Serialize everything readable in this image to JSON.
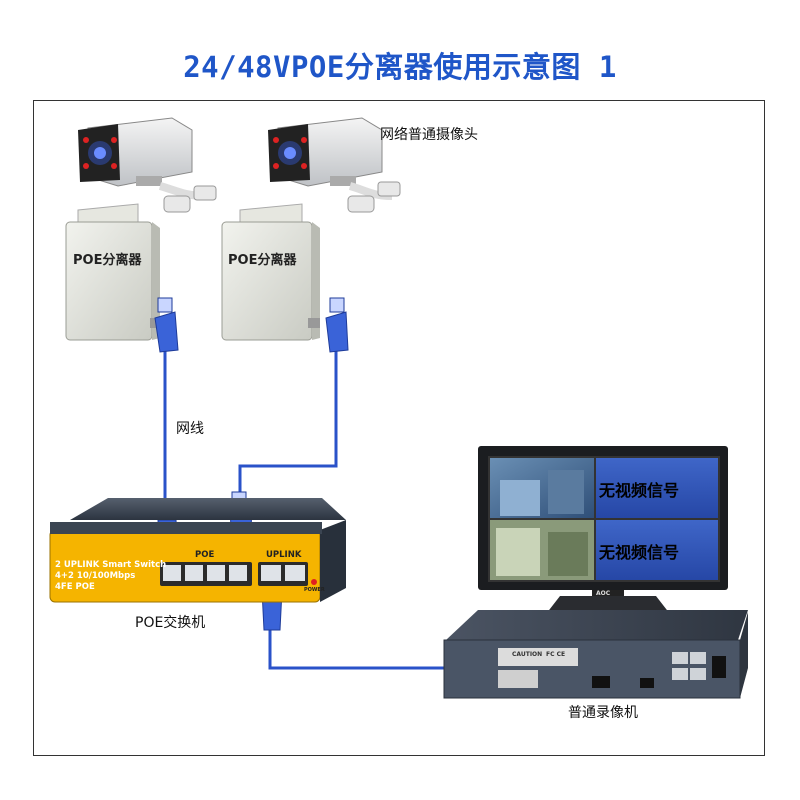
{
  "title": "24/48VPOE分离器使用示意图 1",
  "labels": {
    "camera": "网络普通摄像头",
    "splitter": "POE分离器",
    "cable": "网线",
    "poe_switch": "POE交换机",
    "nvr": "普通录像机",
    "no_signal": "无视频信号"
  },
  "switch_panel": {
    "line1": "2 UPLINK Smart Switch",
    "line2": "4+2 10/100Mbps",
    "line3": "4FE POE",
    "poe_group": "POE",
    "uplink_group": "UPLINK",
    "power": "POWER"
  },
  "monitor_brand": "AOC",
  "nvr_panel": {
    "caution": "CAUTION",
    "marks": "FC CE"
  },
  "colors": {
    "title": "#1f56c8",
    "cable": "#2a52c9",
    "switch_front": "#f5b400",
    "switch_body": "#2e3a4a",
    "nvr_body": "#3c4452"
  }
}
